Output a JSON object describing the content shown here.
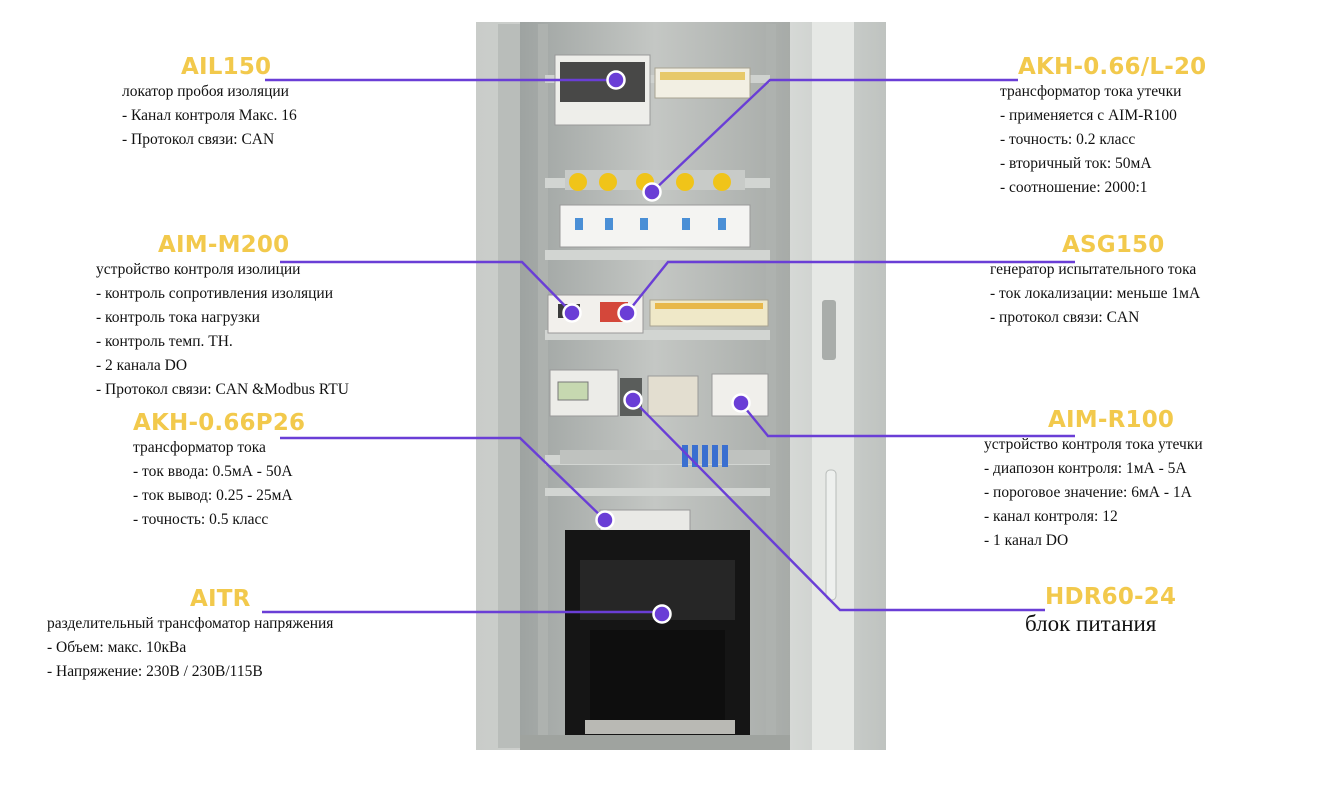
{
  "callouts": [
    {
      "id": "ail150",
      "title": "AIL150",
      "desc": "локатор пробоя изоляции",
      "items": [
        "- Канал контроля Макс. 16",
        "- Протокол связи: CAN"
      ]
    },
    {
      "id": "akh066l20",
      "title": "AKH-0.66/L-20",
      "desc": "трансформатор тока утечки",
      "items": [
        "- применяется с AIM-R100",
        "- точность: 0.2 класс",
        "- вторичный ток: 50мА",
        "- соотношение: 2000:1"
      ]
    },
    {
      "id": "aimm200",
      "title": "AIM-M200",
      "desc": "устройство контроля изолиции",
      "items": [
        "- контроль сопротивления изоляции",
        "- контроль тока нагрузки",
        "- контроль темп. ТН.",
        "- 2 канала DO",
        "- Протокол связи: CAN &Modbus RTU"
      ]
    },
    {
      "id": "asg150",
      "title": "ASG150",
      "desc": "генератор испытательного тока",
      "items": [
        "- ток локализации: меньше 1мА",
        "- протокол связи: CAN"
      ]
    },
    {
      "id": "akh066p26",
      "title": "AKH-0.66P26",
      "desc": "трансформатор тока",
      "items": [
        "- ток ввода: 0.5мА - 50А",
        "- ток вывод: 0.25 - 25мА",
        "- точность: 0.5 класс"
      ]
    },
    {
      "id": "aimr100",
      "title": "AIM-R100",
      "desc": "устройство контроля тока утечки",
      "items": [
        "- диапозон контроля: 1мА - 5А",
        "- пороговое значение: 6мА - 1А",
        "- канал контроля: 12",
        "- 1 канал DO"
      ]
    },
    {
      "id": "aitr",
      "title": "AITR",
      "desc": "разделительный трансфоматор напряжения",
      "items": [
        "- Объем: макс. 10кВа",
        "- Напряжение: 230В / 230В/115В"
      ]
    },
    {
      "id": "hdr6024",
      "title": "HDR60-24",
      "desc": "блок питания",
      "items": []
    }
  ],
  "colors": {
    "title": "#f2c94c",
    "leader": "#6a3ed6",
    "marker": "#6a3ed6",
    "cabinet": "#d8dad7"
  }
}
